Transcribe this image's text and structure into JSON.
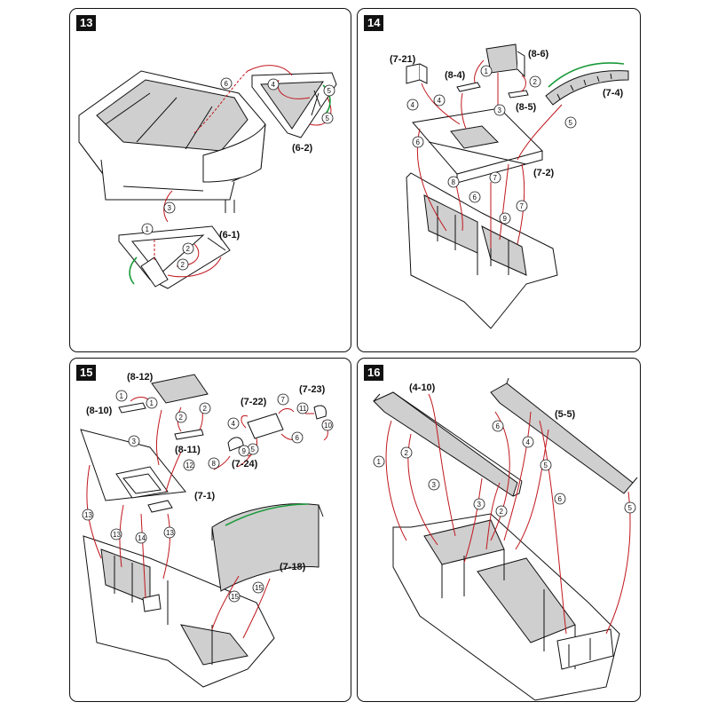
{
  "panels": [
    {
      "step": "13",
      "labels": [
        "(6-2)",
        "(6-1)"
      ],
      "callouts": [
        "6",
        "4",
        "5",
        "5",
        "3",
        "1",
        "2",
        "2"
      ]
    },
    {
      "step": "14",
      "labels": [
        "(7-21)",
        "(8-4)",
        "(8-6)",
        "(8-5)",
        "(7-4)",
        "(7-2)"
      ],
      "callouts": [
        "1",
        "2",
        "3",
        "4",
        "4",
        "5",
        "6",
        "7",
        "7",
        "8",
        "9",
        "6"
      ]
    },
    {
      "step": "15",
      "labels": [
        "(8-12)",
        "(8-10)",
        "(8-11)",
        "(7-22)",
        "(7-23)",
        "(7-24)",
        "(7-1)",
        "(7-18)"
      ],
      "callouts": [
        "1",
        "1",
        "2",
        "2",
        "3",
        "4",
        "5",
        "6",
        "7",
        "8",
        "9",
        "10",
        "11",
        "12",
        "13",
        "13",
        "13",
        "14",
        "15",
        "15"
      ]
    },
    {
      "step": "16",
      "labels": [
        "(4-10)",
        "(5-5)"
      ],
      "callouts": [
        "1",
        "2",
        "3",
        "3",
        "2",
        "4",
        "5",
        "6",
        "6",
        "5"
      ]
    }
  ],
  "colors": {
    "arrow": "#c0171d",
    "bend": "#1a9a3a",
    "surface": "#cfcfcf",
    "outline": "#111111"
  }
}
